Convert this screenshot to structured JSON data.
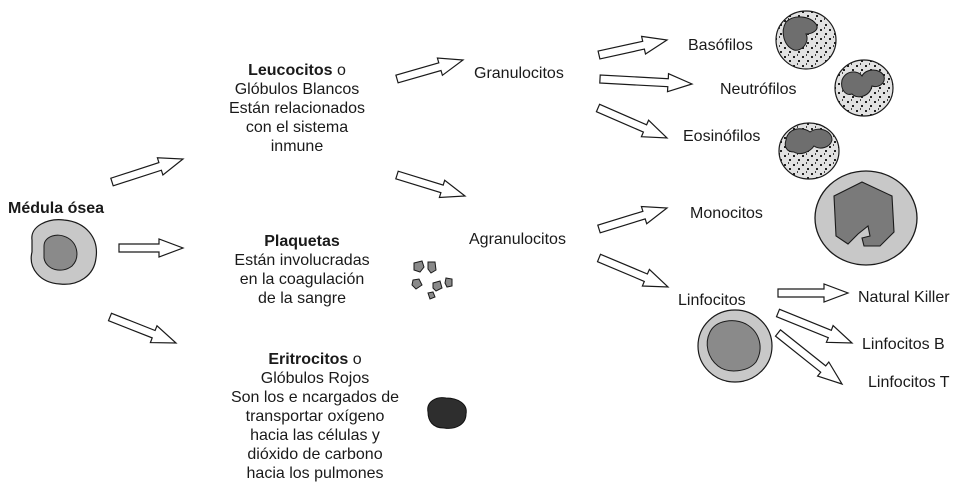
{
  "colors": {
    "ink": "#1a1a1a",
    "cell_light": "#c8c8c8",
    "cell_mid": "#8a8a8a",
    "cell_dark": "#2e2e2e",
    "granule_bg": "#e6e6e6"
  },
  "source": {
    "label": "Médula ósea"
  },
  "leucocitos": {
    "title": "Leucocitos",
    "title_suffix": " o",
    "lines": [
      "Glóbulos Blancos",
      "Están relacionados",
      "con el sistema",
      "inmune"
    ]
  },
  "plaquetas": {
    "title": "Plaquetas",
    "lines": [
      "Están involucradas",
      "en la coagulación",
      "de la sangre"
    ]
  },
  "eritrocitos": {
    "title": "Eritrocitos",
    "title_suffix": " o",
    "lines": [
      "Glóbulos Rojos",
      "Son los e ncargados de",
      "transportar oxígeno",
      "hacia las células y",
      "dióxido de carbono",
      "hacia los pulmones"
    ]
  },
  "granulocitos": {
    "label": "Granulocitos",
    "children": [
      "Basófilos",
      "Neutrófilos",
      "Eosinófilos"
    ]
  },
  "agranulocitos": {
    "label": "Agranulocitos",
    "children": [
      "Monocitos",
      "Linfocitos"
    ]
  },
  "linfocitos": {
    "children": [
      "Natural Killer",
      "Linfocitos B",
      "Linfocitos T"
    ]
  },
  "icons": [
    "bone-marrow-cell-icon",
    "platelets-icon",
    "erythrocyte-icon",
    "basophil-icon",
    "neutrophil-icon",
    "eosinophil-icon",
    "monocyte-icon",
    "lymphocyte-icon",
    "flow-arrow-icon"
  ]
}
